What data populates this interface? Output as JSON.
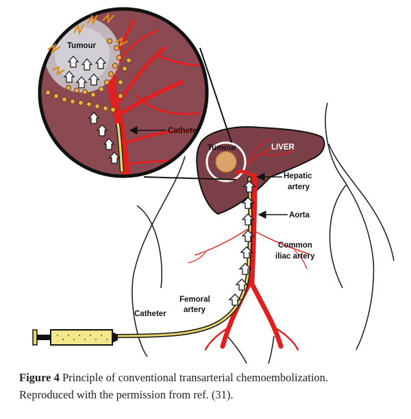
{
  "labels": {
    "tumour_inset": "Tumour",
    "catheter_inset": "Catheter",
    "tumour_liver": "Tumour",
    "liver": "LIVER",
    "hepatic_artery_1": "Hepatic",
    "hepatic_artery_2": "artery",
    "aorta": "Aorta",
    "common_iliac_1": "Common",
    "common_iliac_2": "iliac artery",
    "femoral_artery_1": "Femoral",
    "femoral_artery_2": "artery",
    "catheter_groin": "Catheter"
  },
  "caption": {
    "figure_label": "Figure 4",
    "text_line1": " Principle of conventional transarterial chemoembolization.",
    "text_line2": "Reproduced with the permission from ref. (31)."
  },
  "colors": {
    "liver": "#7a3f47",
    "liver_inset": "#8b4a52",
    "artery": "#e02020",
    "catheter": "#e8d66a",
    "outline": "#111111"
  }
}
